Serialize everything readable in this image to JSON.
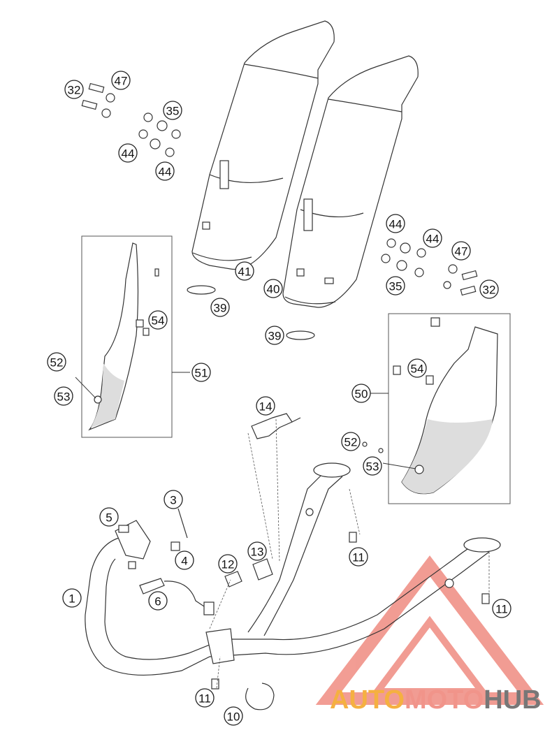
{
  "callouts": [
    "32",
    "47",
    "35",
    "44",
    "44",
    "44",
    "44",
    "35",
    "47",
    "32",
    "41",
    "40",
    "39",
    "39",
    "54",
    "51",
    "52",
    "53",
    "14",
    "54",
    "50",
    "52",
    "53",
    "3",
    "5",
    "4",
    "11",
    "13",
    "12",
    "1",
    "6",
    "11",
    "11",
    "10"
  ],
  "watermark": {
    "part1": "AUTO",
    "part2": "MOTO",
    "part3": "HUB",
    "colors": {
      "part1": "#f5b041",
      "part2": "#f1948a",
      "part3": "#777777",
      "triangle": "#e74c3c"
    }
  }
}
